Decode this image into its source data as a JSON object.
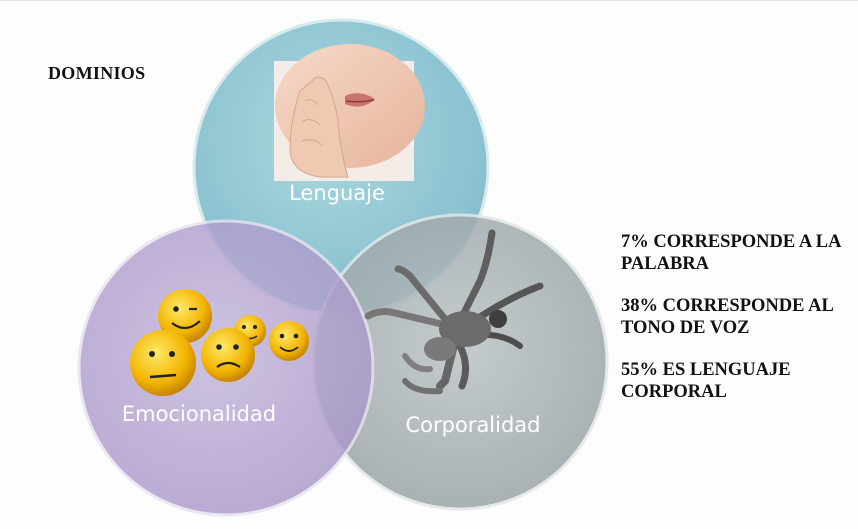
{
  "slide": {
    "title": "DOMINIOS",
    "circles": [
      {
        "id": "lenguaje",
        "label": "Lenguaje",
        "color": "#8fc6d2",
        "image": "whispering-mouth-photo"
      },
      {
        "id": "emocionalidad",
        "label": "Emocionalidad",
        "color": "#b3a3cf",
        "image": "smiley-faces-photo"
      },
      {
        "id": "corporalidad",
        "label": "Corporalidad",
        "color": "#a9b2b4",
        "image": "contortionists-photo"
      }
    ],
    "stats": [
      {
        "text": "7% CORRESPONDE A LA PALABRA"
      },
      {
        "text": "38% CORRESPONDE AL TONO DE VOZ"
      },
      {
        "text": "55% ES LENGUAJE CORPORAL"
      }
    ]
  }
}
